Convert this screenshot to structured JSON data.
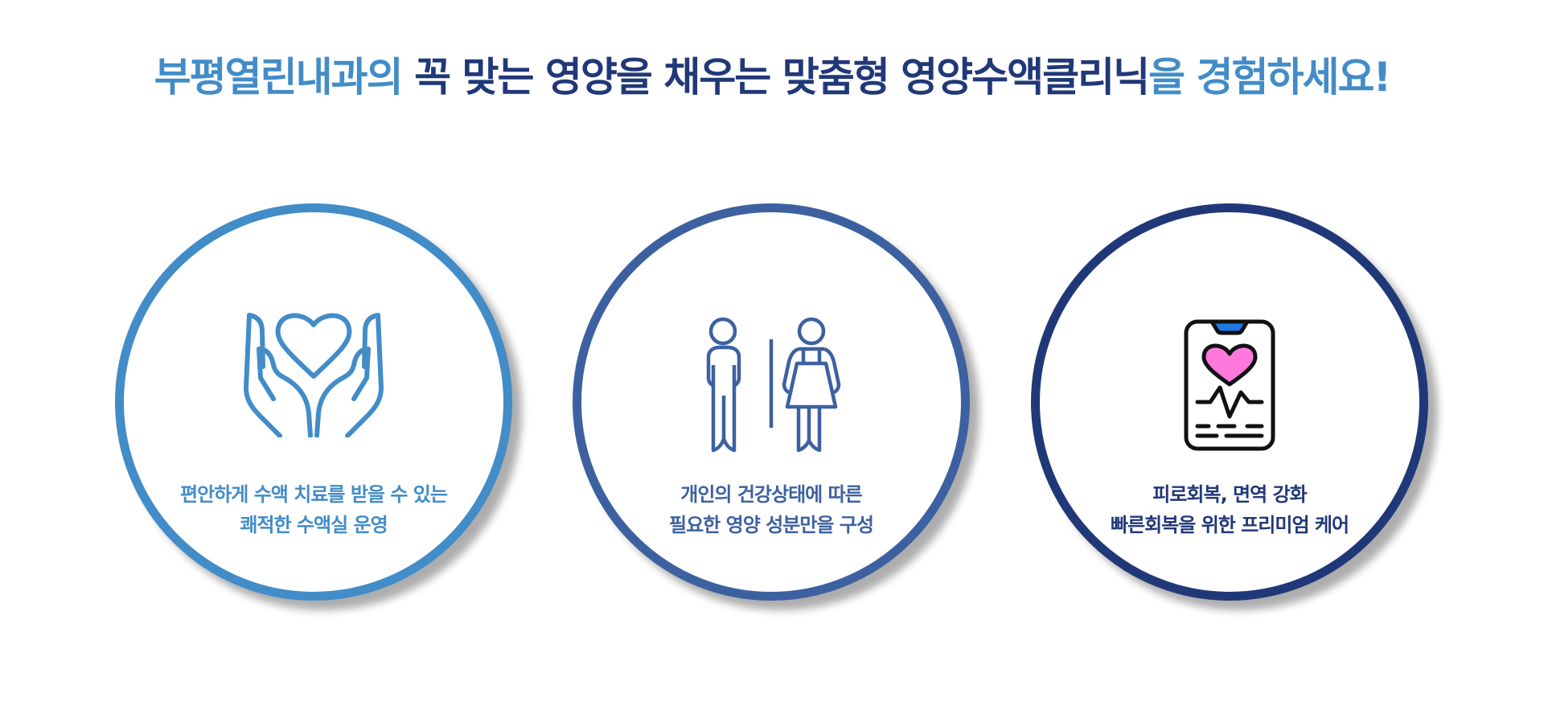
{
  "headline": {
    "parts": [
      {
        "text": "부평열린내과의",
        "tone": "light"
      },
      {
        "text": " 꼭 맞는 영양을 채우는 맞춤형 영양수액클리닉",
        "tone": "dark"
      },
      {
        "text": "을 경험하세요!",
        "tone": "light"
      }
    ]
  },
  "colors": {
    "light_blue": "#428cc8",
    "mid_blue": "#3d61a0",
    "dark_navy": "#213878",
    "heart_pink": "#ff78dc",
    "notch_blue": "#1e78e6",
    "shadow": "#b4b4b4"
  },
  "cards": [
    {
      "icon": "hands-holding-heart-icon",
      "color": "#428cc8",
      "lines": [
        "편안하게 수액 치료를 받을 수 있는",
        "쾌적한 수액실 운영"
      ]
    },
    {
      "icon": "man-woman-icon",
      "color": "#3d61a0",
      "lines": [
        "개인의 건강상태에 따른",
        "필요한 영양 성분만을 구성"
      ]
    },
    {
      "icon": "phone-heart-rate-icon",
      "color": "#213878",
      "lines": [
        "피로회복, 면역 강화",
        "빠른회복을 위한 프리미엄 케어"
      ]
    }
  ]
}
